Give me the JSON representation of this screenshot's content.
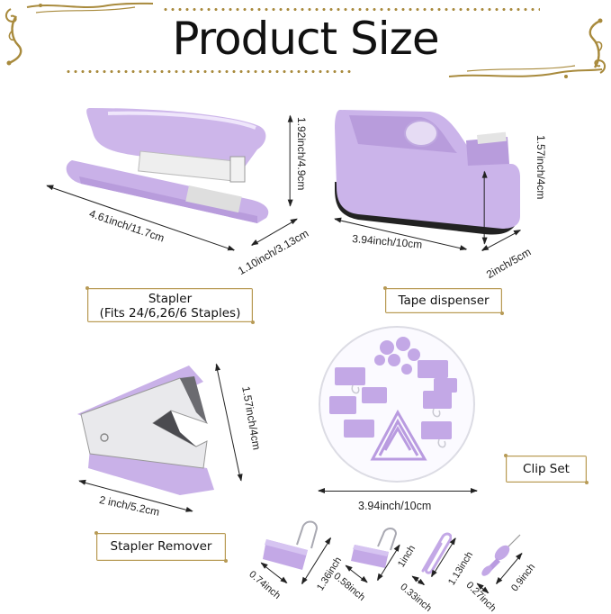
{
  "header": {
    "title": "Product Size"
  },
  "colors": {
    "product_lavender": "#c9b1e8",
    "product_lavender_dark": "#a98fd0",
    "ornament_gold": "#a88a3c",
    "text": "#111111"
  },
  "products": {
    "stapler": {
      "label_line1": "Stapler",
      "label_line2": "(Fits 24/6,26/6 Staples)",
      "length": "4.61inch/11.7cm",
      "height": "1.92inch/4.9cm",
      "width": "1.10inch/3.13cm"
    },
    "tape_dispenser": {
      "label": "Tape dispenser",
      "length": "3.94inch/10cm",
      "height": "1.57inch/4cm",
      "width": "2inch/5cm"
    },
    "stapler_remover": {
      "label": "Stapler Remover",
      "length": "2 inch/5.2cm",
      "height": "1.57inch/4cm"
    },
    "clip_set": {
      "label": "Clip Set",
      "diameter": "3.94inch/10cm",
      "items": [
        {
          "name": "large binder clip",
          "width": "0.74inch",
          "height": "1.36inch"
        },
        {
          "name": "small binder clip",
          "width": "0.58inch",
          "height": "1inch"
        },
        {
          "name": "paper clip",
          "width": "0.33inch",
          "height": "1.13inch"
        },
        {
          "name": "push pin",
          "width": "0.27inch",
          "height": "0.9inch"
        }
      ]
    }
  }
}
